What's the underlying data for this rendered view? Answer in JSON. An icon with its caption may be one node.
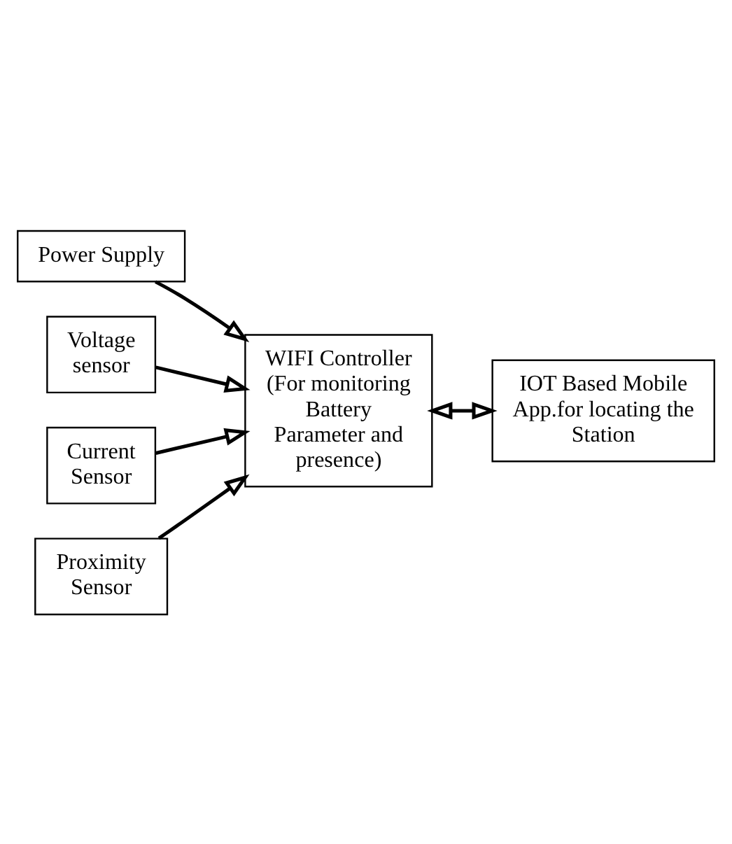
{
  "diagram": {
    "nodes": [
      {
        "text": [
          "Power Supply"
        ]
      },
      {
        "text": [
          "Voltage sensor"
        ]
      },
      {
        "text": [
          "Current Sensor"
        ]
      },
      {
        "text": [
          "Proximity Sensor"
        ]
      },
      {
        "text": [
          "WIFI Controller (For monitoring Battery Parameter and presence)"
        ]
      },
      {
        "text": [
          "IOT Based Mobile App.for locating the Station"
        ]
      }
    ],
    "edges": [
      {
        "from": 0,
        "to": 4,
        "arrow": "to"
      },
      {
        "from": 1,
        "to": 4,
        "arrow": "to"
      },
      {
        "from": 2,
        "to": 4,
        "arrow": "to"
      },
      {
        "from": 3,
        "to": 4,
        "arrow": "to"
      },
      {
        "from": 4,
        "to": 5,
        "arrow": "both"
      }
    ]
  }
}
